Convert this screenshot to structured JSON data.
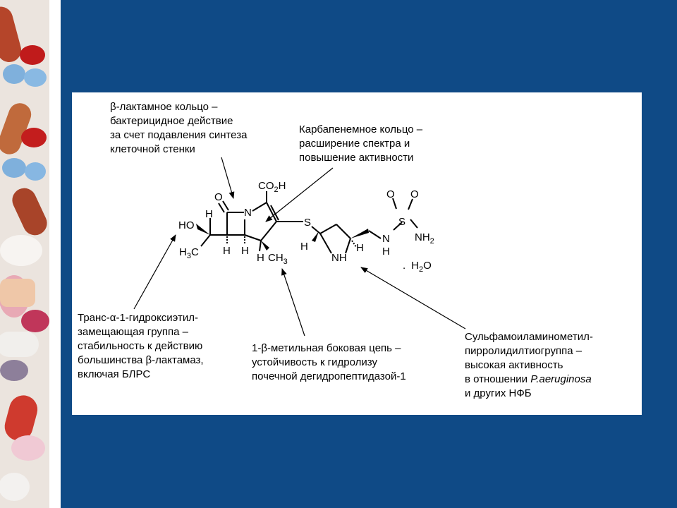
{
  "decor": {
    "strip_image": "pharmaceutical-pills-photo"
  },
  "annotations": {
    "beta_lactam": "β-лактамное кольцо –\nбактерицидное действие\nза счет подавления синтеза\nклеточной стенки",
    "carbapenem": "Карбапенемное кольцо –\nрасширение спектра и\nповышение активности",
    "hydroxyethyl": "Транс-α-1-гидроксиэтил-\nзамещающая группа –\nстабильность к действию\nбольшинства β-лактамаз,\nвключая БЛРС",
    "methyl": "1-β-метильная боковая цепь –\nустойчивость к гидролизу\nпочечной дегидропептидазой-1",
    "sulfamoyl_line1": "Сульфамоиламинометил-\nпирролидилтиогруппа –\nвысокая активность\nв отношении ",
    "sulfamoyl_italic": "P.aeruginosa",
    "sulfamoyl_line2": "и других НФБ"
  },
  "molecule": {
    "o": "O",
    "n": "N",
    "co2h": "CO",
    "co2h_sub": "2",
    "co2h_h": "H",
    "ho": "HO",
    "h_top": "H",
    "h3c": "H",
    "h3c_sub": "3",
    "h3c_c": "C",
    "h_a": "H",
    "h_b": "H",
    "h_c": "H",
    "ch3": "CH",
    "ch3_sub": "3",
    "s": "S",
    "h_d": "H",
    "h_e": "H",
    "nh_ring": "NH",
    "n_side": "N",
    "h_side": "H",
    "s_sulf": "S",
    "o1": "O",
    "o2": "O",
    "nh2": "NH",
    "nh2_sub": "2",
    "hydrate_dot": ".",
    "hydrate": "H",
    "hydrate_sub": "2",
    "hydrate_o": "O"
  }
}
